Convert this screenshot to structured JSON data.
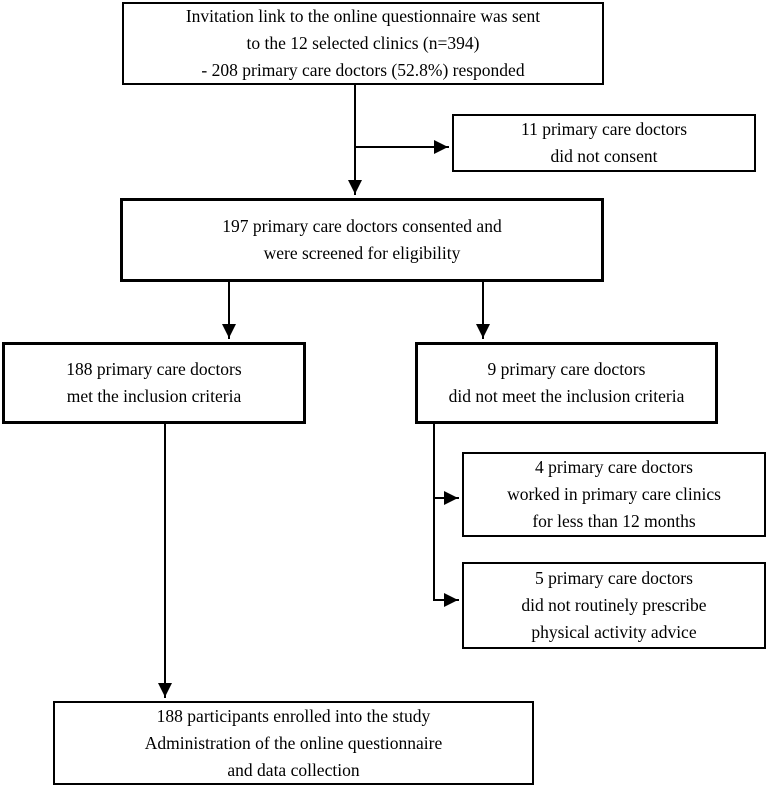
{
  "diagram": {
    "boxes": {
      "invitation": {
        "lines": [
          "Invitation link to the online questionnaire was sent",
          "to the 12 selected clinics (n=394)",
          "- 208 primary care doctors (52.8%) responded"
        ]
      },
      "no_consent": {
        "lines": [
          "11 primary care doctors",
          "did not consent"
        ]
      },
      "consented": {
        "lines": [
          "197 primary care doctors consented and",
          "were screened for eligibility"
        ]
      },
      "met_criteria": {
        "lines": [
          "188 primary care doctors",
          "met the inclusion criteria"
        ]
      },
      "not_met_criteria": {
        "lines": [
          "9 primary care doctors",
          "did not meet the inclusion criteria"
        ]
      },
      "worked_less_than_12_months": {
        "lines": [
          "4 primary care doctors",
          "worked in primary care clinics",
          "for less than 12 months"
        ]
      },
      "no_routine_prescription": {
        "lines": [
          "5 primary care doctors",
          "did not routinely prescribe",
          "physical activity advice"
        ]
      },
      "enrolled": {
        "lines": [
          "188 participants enrolled into the study",
          "Administration of the online questionnaire",
          "and data collection"
        ]
      }
    },
    "colors": {
      "line": "#000000",
      "text": "#000000",
      "background": "#ffffff",
      "box_fill": "#ffffff"
    }
  }
}
